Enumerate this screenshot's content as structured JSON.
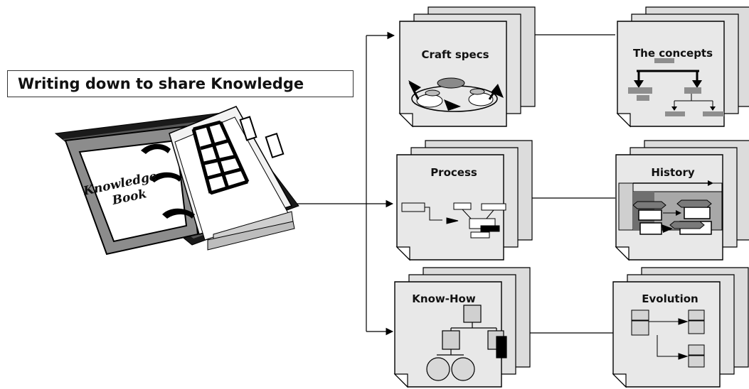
{
  "title": "Writing down to share Knowledge",
  "book": {
    "line1": "Knowledge",
    "line2": "Book"
  },
  "documents": {
    "craft_specs": "Craft specs",
    "process": "Process",
    "know_how": "Know-How",
    "the_concepts": "The concepts",
    "history": "History",
    "evolution": "Evolution"
  },
  "colors": {
    "page": "#e6e6e6",
    "page_shadow": "#c8c8c8",
    "dark_gray": "#7a7a7a",
    "mid_gray": "#9d9d9d",
    "ink": "#000000"
  }
}
